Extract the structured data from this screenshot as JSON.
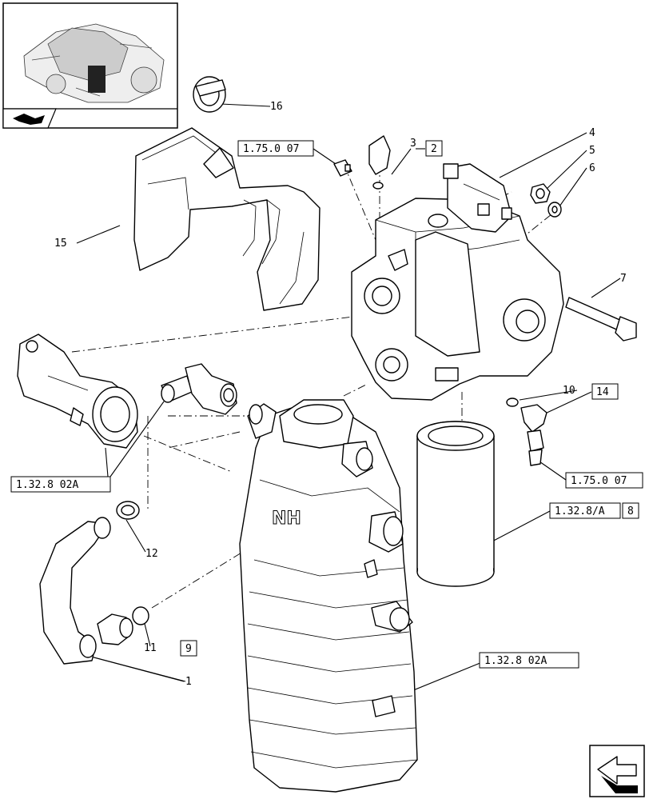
{
  "callouts": {
    "c1": "1",
    "c3": "3",
    "c4": "4",
    "c5": "5",
    "c6": "6",
    "c7": "7",
    "c10": "10",
    "c11": "11",
    "c12": "12",
    "c15": "15",
    "c16": "16"
  },
  "refs": {
    "r_1_75_0_07_top": "1.75.0 07",
    "r_2": "2",
    "r_14": "14",
    "r_1_75_0_07_right": "1.75.0 07",
    "r_1_32_8a": "1.32.8/A",
    "r_8": "8",
    "r_1_32_8_02a_left": "1.32.8 02A",
    "r_1_32_8_02a_right": "1.32.8 02A",
    "r_9": "9"
  },
  "housing_lettering": "NH",
  "icons": {
    "thumbnail": "tractor-transmission-thumbnail",
    "thumb_nav": "book-navigation-icon",
    "next_page": "next-page-arrow-icon"
  }
}
